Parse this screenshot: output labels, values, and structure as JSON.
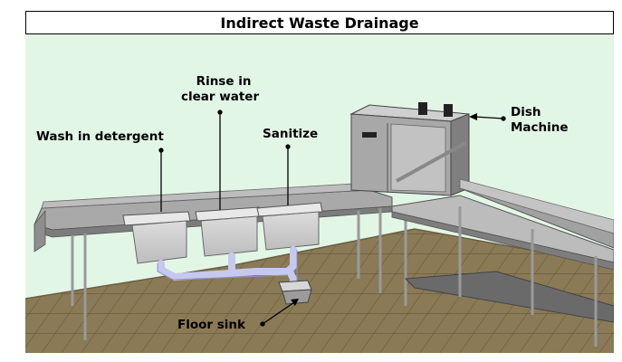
{
  "title": "Indirect Waste Drainage",
  "labels": {
    "wash": "Wash in  detergent",
    "rinse_line1": "Rinse in",
    "rinse_line2": "clear water",
    "sanitize": "Sanitize",
    "dish_line1": "Dish",
    "dish_line2": "Machine",
    "floor_sink": "Floor  sink"
  },
  "colors": {
    "background": "#e2f6e6",
    "floor": "#8a7a55",
    "tile_lines": "#5e5238",
    "steel": "#a3a3a3",
    "steel_dark": "#6f6f6f",
    "steel_light": "#c9c9c9",
    "pipe": "#c6c8ee"
  }
}
